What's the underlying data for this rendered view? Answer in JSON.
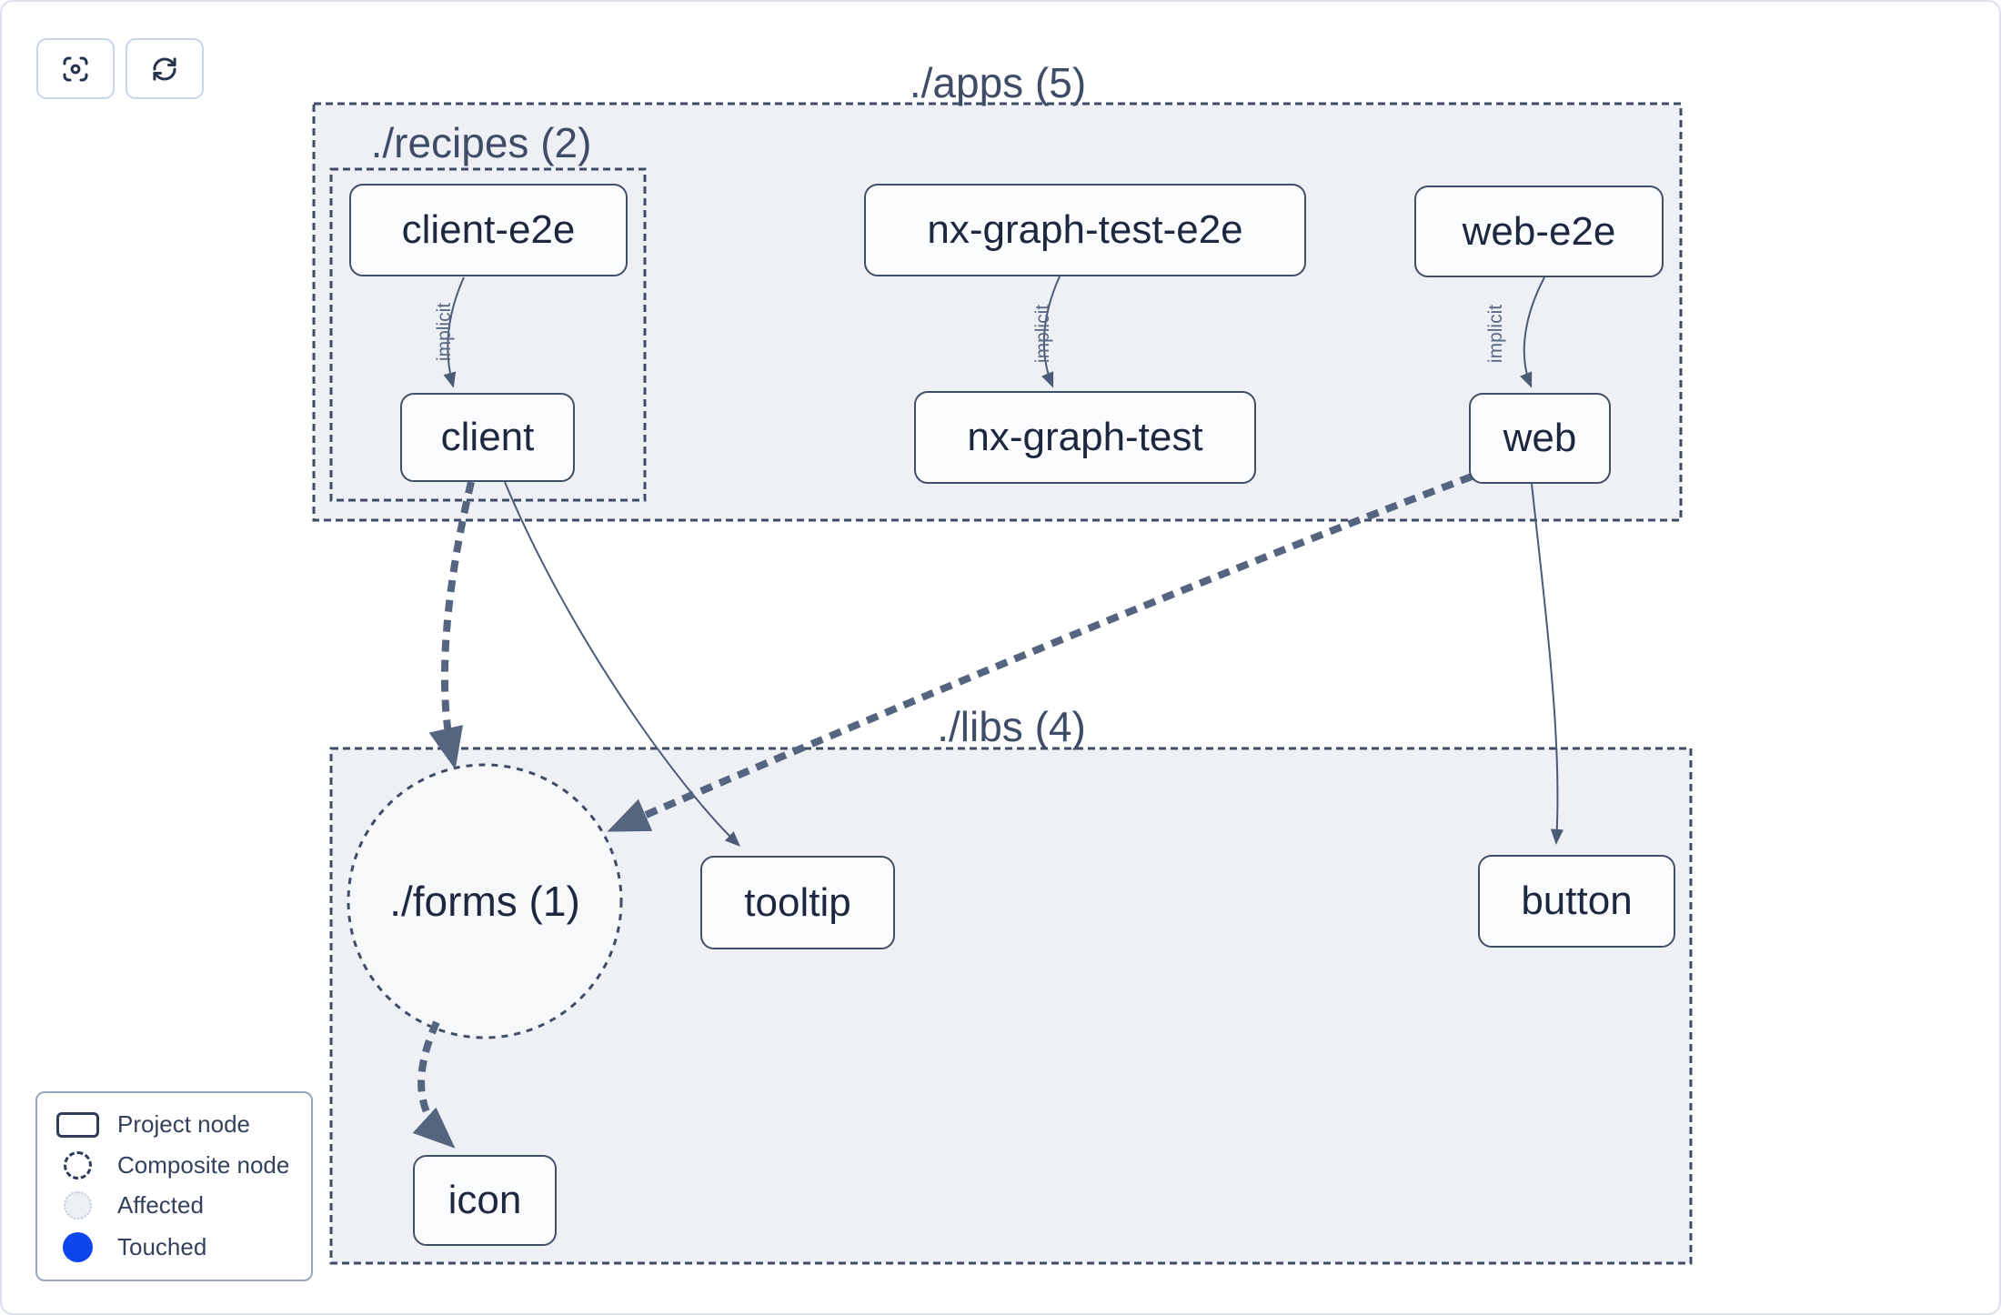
{
  "toolbar": {
    "buttons": [
      {
        "name": "focus",
        "icon": "viewfinder-icon"
      },
      {
        "name": "refresh",
        "icon": "refresh-icon"
      }
    ]
  },
  "graph": {
    "containers": [
      {
        "id": "apps",
        "label": "./apps (5)"
      },
      {
        "id": "recipes",
        "label": "./recipes (2)"
      },
      {
        "id": "libs",
        "label": "./libs (4)"
      }
    ],
    "composite_nodes": [
      {
        "id": "forms",
        "label": "./forms (1)"
      }
    ],
    "nodes": [
      {
        "id": "client-e2e",
        "label": "client-e2e",
        "container": "recipes"
      },
      {
        "id": "client",
        "label": "client",
        "container": "recipes"
      },
      {
        "id": "nx-graph-test-e2e",
        "label": "nx-graph-test-e2e",
        "container": "apps"
      },
      {
        "id": "nx-graph-test",
        "label": "nx-graph-test",
        "container": "apps"
      },
      {
        "id": "web-e2e",
        "label": "web-e2e",
        "container": "apps"
      },
      {
        "id": "web",
        "label": "web",
        "container": "apps"
      },
      {
        "id": "tooltip",
        "label": "tooltip",
        "container": "libs"
      },
      {
        "id": "button",
        "label": "button",
        "container": "libs"
      },
      {
        "id": "icon",
        "label": "icon",
        "container": "libs"
      }
    ],
    "edges": [
      {
        "from": "client-e2e",
        "to": "client",
        "type": "implicit",
        "label": "implicit"
      },
      {
        "from": "nx-graph-test-e2e",
        "to": "nx-graph-test",
        "type": "implicit",
        "label": "implicit"
      },
      {
        "from": "web-e2e",
        "to": "web",
        "type": "implicit",
        "label": "implicit"
      },
      {
        "from": "client",
        "to": "forms",
        "type": "dependency-dashed",
        "label": ""
      },
      {
        "from": "web",
        "to": "forms",
        "type": "dependency-dashed",
        "label": ""
      },
      {
        "from": "forms",
        "to": "icon",
        "type": "dependency-dashed",
        "label": ""
      },
      {
        "from": "client",
        "to": "tooltip",
        "type": "dependency",
        "label": ""
      },
      {
        "from": "web",
        "to": "button",
        "type": "dependency",
        "label": ""
      }
    ]
  },
  "legend": {
    "items": [
      {
        "icon": "project-node-icon",
        "label": "Project node"
      },
      {
        "icon": "composite-node-icon",
        "label": "Composite node"
      },
      {
        "icon": "affected-icon",
        "label": "Affected"
      },
      {
        "icon": "touched-icon",
        "label": "Touched"
      }
    ]
  },
  "colors": {
    "container_fill": "#edf0f5",
    "composite_fill": "#f6f8fa",
    "container_border": "#3f4c66",
    "node_border": "#414e68",
    "node_text": "#1d2840",
    "edge_thin": "#4c5a75",
    "edge_thick": "#56657f",
    "touched_blue": "#0d46ea"
  }
}
